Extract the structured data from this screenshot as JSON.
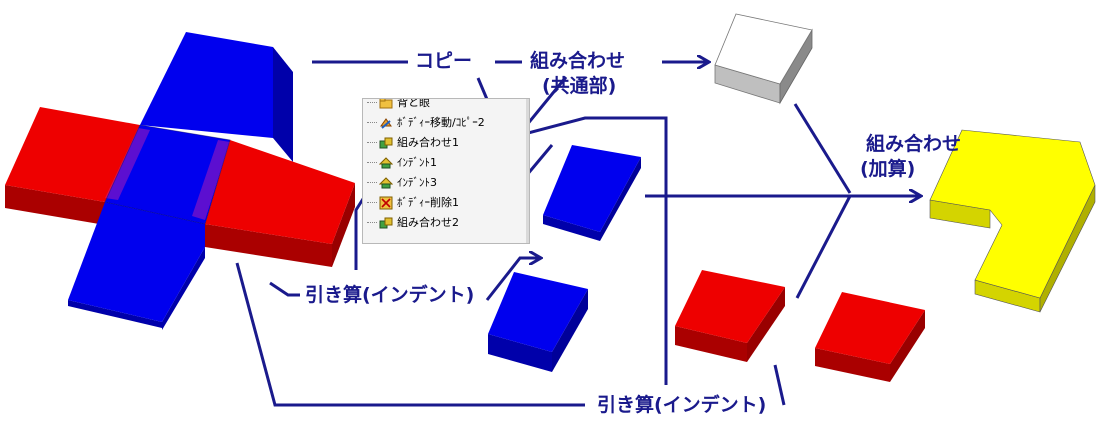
{
  "labels": {
    "copy": "コピー",
    "combine_common": "組み合わせ",
    "common_sub": "(共通部)",
    "combine_add": "組み合わせ",
    "add_sub": "(加算)",
    "subtract_upper": "引き算(インデント)",
    "subtract_lower": "引き算(インデント)"
  },
  "tree": {
    "items": [
      {
        "icon": "folder-icon",
        "label": "背と眼"
      },
      {
        "icon": "body-move-copy-icon",
        "label": "ﾎﾞﾃﾞｨｰ移動/ｺﾋﾟｰ2"
      },
      {
        "icon": "combine-icon",
        "label": "組み合わせ1"
      },
      {
        "icon": "indent-icon",
        "label": "ｲﾝﾃﾞﾝﾄ1"
      },
      {
        "icon": "indent-icon",
        "label": "ｲﾝﾃﾞﾝﾄ3"
      },
      {
        "icon": "body-delete-icon",
        "label": "ﾎﾞﾃﾞｨｰ削除1"
      },
      {
        "icon": "combine-icon",
        "label": "組み合わせ2"
      }
    ]
  },
  "colors": {
    "blue": "#0000ee",
    "red": "#ee0000",
    "white": "#ffffff",
    "yellow": "#ffff00",
    "line": "#1a1a8c",
    "tree_bg": "#f4f4f4"
  }
}
